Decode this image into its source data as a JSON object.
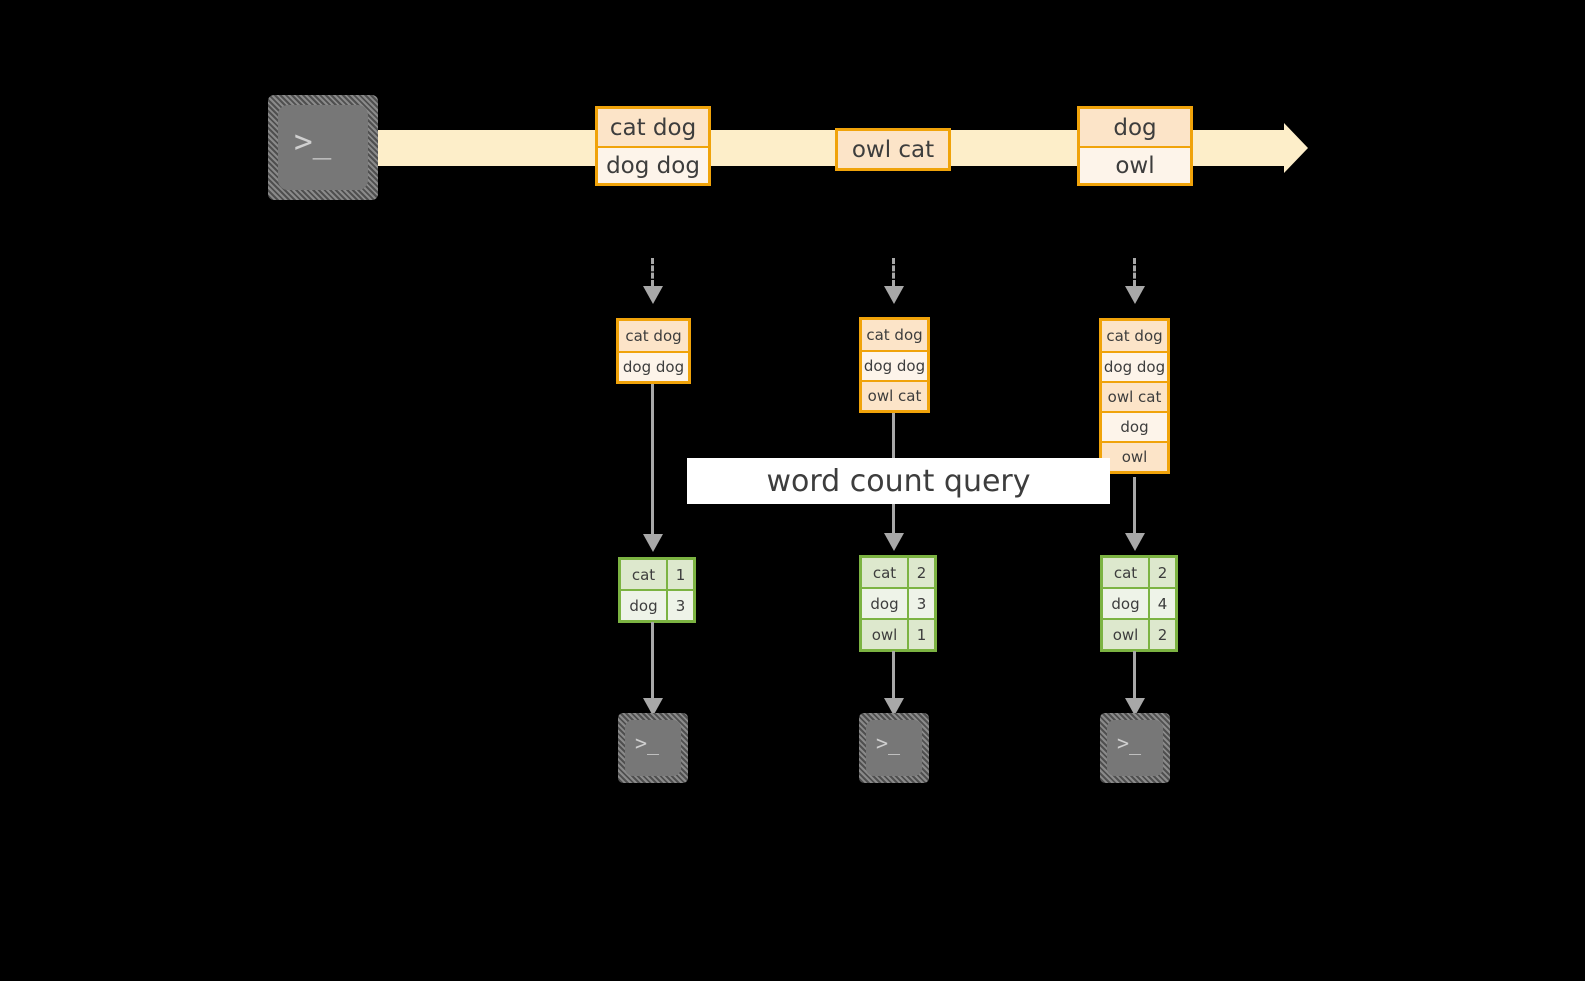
{
  "diagram": {
    "title": "word count query",
    "colors": {
      "background": "#000000",
      "event_border": "#f0a30a",
      "event_fill": "#fce4c8",
      "event_fill_alt": "#fdf4ea",
      "timeline": "#fdeec9",
      "result_border": "#7cb342",
      "result_fill": "#dde8cd",
      "result_fill_alt": "#eef3e8",
      "connector": "#a8a8a8",
      "terminal": "#777777",
      "band_text": "#3d3d3d",
      "band_fill": "#ffffff"
    },
    "source_terminal": {
      "icon": "terminal-prompt-icon",
      "prompt": ">_"
    },
    "timeline": {
      "events": [
        {
          "lines": [
            "cat dog",
            "dog dog"
          ]
        },
        {
          "lines": [
            "owl cat"
          ]
        },
        {
          "lines": [
            "dog",
            "owl"
          ]
        }
      ]
    },
    "columns": [
      {
        "input_box": {
          "lines": [
            "cat dog",
            "dog dog"
          ]
        },
        "result_table": {
          "rows": [
            {
              "word": "cat",
              "count": "1"
            },
            {
              "word": "dog",
              "count": "3"
            }
          ]
        },
        "sink_terminal": {
          "icon": "terminal-prompt-icon",
          "prompt": ">_"
        }
      },
      {
        "input_box": {
          "lines": [
            "cat dog",
            "dog dog",
            "owl cat"
          ]
        },
        "result_table": {
          "rows": [
            {
              "word": "cat",
              "count": "2"
            },
            {
              "word": "dog",
              "count": "3"
            },
            {
              "word": "owl",
              "count": "1"
            }
          ]
        },
        "sink_terminal": {
          "icon": "terminal-prompt-icon",
          "prompt": ">_"
        }
      },
      {
        "input_box": {
          "lines": [
            "cat dog",
            "dog dog",
            "owl cat",
            "dog",
            "owl"
          ]
        },
        "result_table": {
          "rows": [
            {
              "word": "cat",
              "count": "2"
            },
            {
              "word": "dog",
              "count": "4"
            },
            {
              "word": "owl",
              "count": "2"
            }
          ]
        },
        "sink_terminal": {
          "icon": "terminal-prompt-icon",
          "prompt": ">_"
        }
      }
    ]
  }
}
